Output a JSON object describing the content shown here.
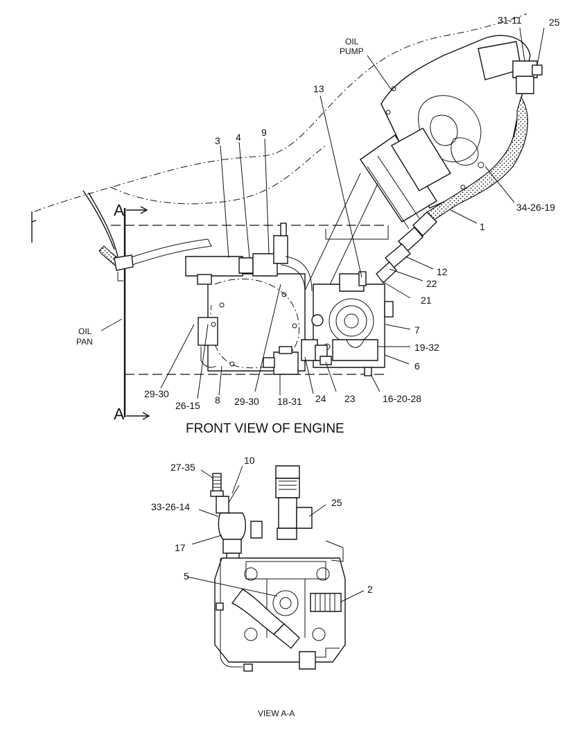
{
  "top_view": {
    "callouts": {
      "c31_11": "31-11",
      "c25": "25",
      "oil_pump_1": "OIL",
      "oil_pump_2": "PUMP",
      "c13": "13",
      "c3": "3",
      "c4": "4",
      "c9": "9",
      "c34_26_19": "34-26-19",
      "c1": "1",
      "c12": "12",
      "c22": "22",
      "c21": "21",
      "c7": "7",
      "c19_32": "19-32",
      "c6": "6",
      "oil_pan_1": "OIL",
      "oil_pan_2": "PAN",
      "c29_30_left": "29-30",
      "c26_15": "26-15",
      "c8": "8",
      "c29_30_mid": "29-30",
      "c18_31": "18-31",
      "c24": "24",
      "c23": "23",
      "c16_20_28": "16-20-28",
      "section_a_top": "A",
      "section_a_bottom": "A"
    },
    "caption": "FRONT VIEW OF ENGINE"
  },
  "section_view": {
    "callouts": {
      "c27_35": "27-35",
      "c10": "10",
      "c33_26_14": "33-26-14",
      "c25": "25",
      "c17": "17",
      "c5": "5",
      "c2": "2"
    },
    "caption": "VIEW A-A"
  }
}
